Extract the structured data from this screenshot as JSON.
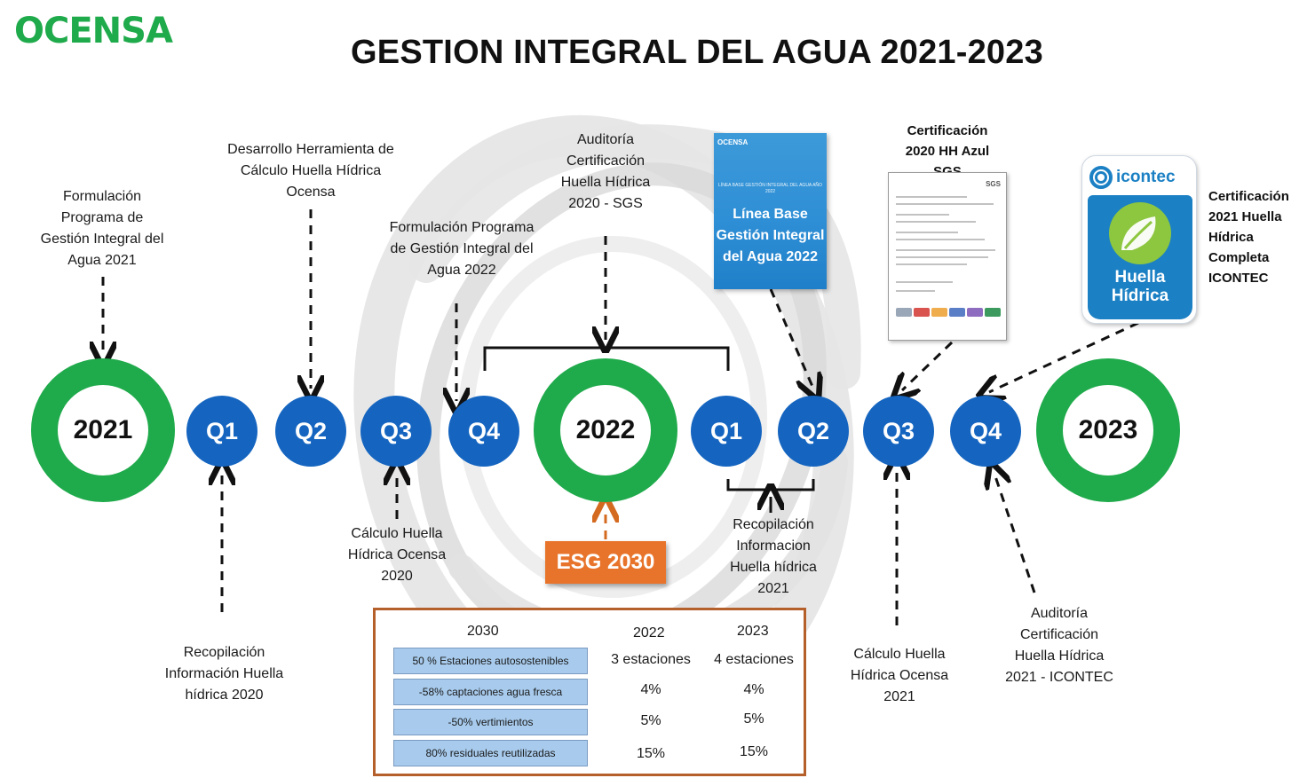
{
  "logo": "OCENSA",
  "title": "GESTION INTEGRAL DEL AGUA 2021-2023",
  "timeline": {
    "year_2021": "2021",
    "q1_2022": "Q1",
    "q2_2022": "Q2",
    "q3_2022": "Q3",
    "q4_2022": "Q4",
    "year_2022": "2022",
    "q1_2023": "Q1",
    "q2_2023": "Q2",
    "q3_2023": "Q3",
    "q4_2023": "Q4",
    "year_2023": "2023"
  },
  "labels": {
    "formulacion_2021": "Formulación Programa de Gestión Integral del Agua 2021",
    "desarrollo_herramienta": "Desarrollo Herramienta de Cálculo Huella Hídrica Ocensa",
    "formulacion_2022": "Formulación Programa de Gestión Integral del Agua 2022",
    "auditoria_sgs": "Auditoría Certificación Huella Hídrica 2020 - SGS",
    "recopilacion_2020": "Recopilación Información Huella hídrica 2020",
    "calculo_2020": "Cálculo Huella Hídrica Ocensa 2020",
    "recopilacion_2021": "Recopilación Informacion Huella hídrica 2021",
    "calculo_2021": "Cálculo Huella Hídrica Ocensa 2021",
    "auditoria_icontec": "Auditoría Certificación Huella Hídrica 2021 - ICONTEC",
    "cert_sgs": "Certificación 2020 HH Azul SGS",
    "cert_icontec": "Certificación 2021 Huella Hídrica Completa ICONTEC",
    "esg": "ESG 2030"
  },
  "doc_linea_base": {
    "logo": "OCENSA",
    "small_text": "LÍNEA BASE GESTIÓN INTEGRAL DEL AGUA AÑO 2022",
    "title": "Línea Base Gestión Integral del Agua 2022"
  },
  "doc_sgs": {
    "brand": "SGS"
  },
  "badge_icontec": {
    "brand": "icontec",
    "text": "Huella Hídrica"
  },
  "table": {
    "headers": [
      "2030",
      "2022",
      "2023"
    ],
    "rows": [
      {
        "metric": "50 % Estaciones autosostenibles",
        "v2022": "3 estaciones",
        "v2023": "4 estaciones"
      },
      {
        "metric": "-58% captaciones agua fresca",
        "v2022": "4%",
        "v2023": "4%"
      },
      {
        "metric": "-50% vertimientos",
        "v2022": "5%",
        "v2023": "5%"
      },
      {
        "metric": "80% residuales reutilizadas",
        "v2022": "15%",
        "v2023": "15%"
      }
    ]
  },
  "colors": {
    "green": "#1faa4b",
    "blue": "#1565c0",
    "orange": "#e8742b",
    "table_border": "#b5602b",
    "metric_fill": "#a8cbed"
  }
}
